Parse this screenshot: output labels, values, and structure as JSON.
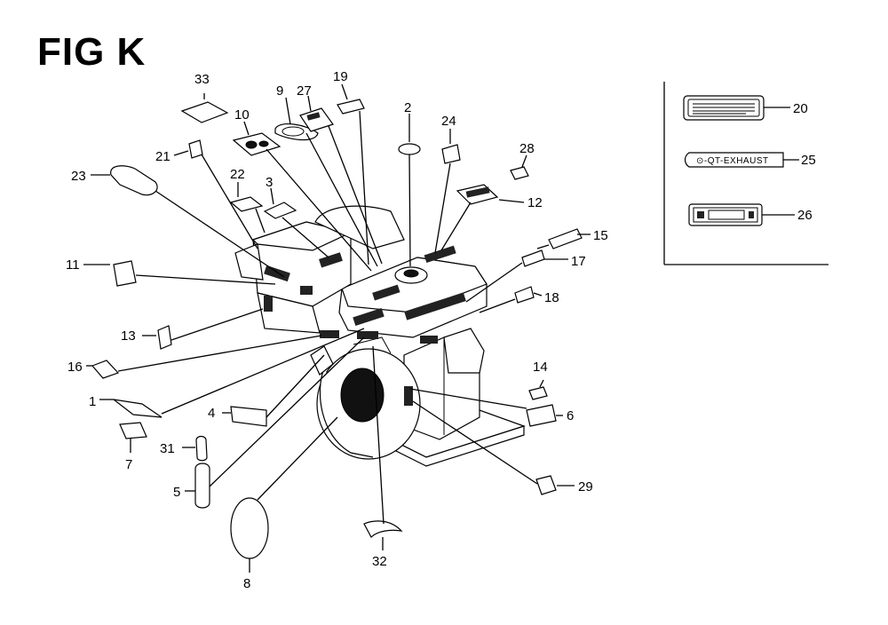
{
  "title": "FIG K",
  "callouts": [
    "33",
    "9",
    "27",
    "19",
    "10",
    "2",
    "24",
    "21",
    "28",
    "23",
    "22",
    "3",
    "12",
    "15",
    "11",
    "17",
    "18",
    "13",
    "16",
    "14",
    "1",
    "4",
    "6",
    "7",
    "31",
    "29",
    "5",
    "32",
    "8",
    "20",
    "25",
    "26"
  ],
  "inset_labels": {
    "tag_25_text": "⊙-QT-EXHAUST"
  }
}
